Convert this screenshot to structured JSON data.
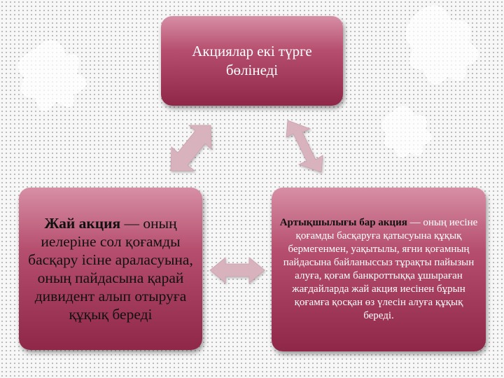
{
  "title_box": {
    "text": "Акциялар екі түрге бөлінеді"
  },
  "left_box": {
    "term": "Жай акция",
    "text": " — оның иелеріне сол қоғамды басқару ісіне араласуына, оның пайдасына қарай дивидент алып отыруға құқық береді"
  },
  "right_box": {
    "term": "Артықшылығы бар акция",
    "text": " — оның иесіне қоғамды басқаруға қатысуына құқық бермегенмен, уақытылы, яғни қоғамның пайдасына байланыссыз тұрақты пайызын алуға, қоғам банкроттыққа ұшыраған жағдайларда жай акция иесінен бұрын қоғамға қосқан өз үлесін алуға құқық береді."
  },
  "colors": {
    "box_light": "#d78fa5",
    "box_mid": "#b64f6f",
    "box_dark": "#8e2748",
    "arrow_fill": "#d8b3bd",
    "background": "#f7f7f7"
  }
}
